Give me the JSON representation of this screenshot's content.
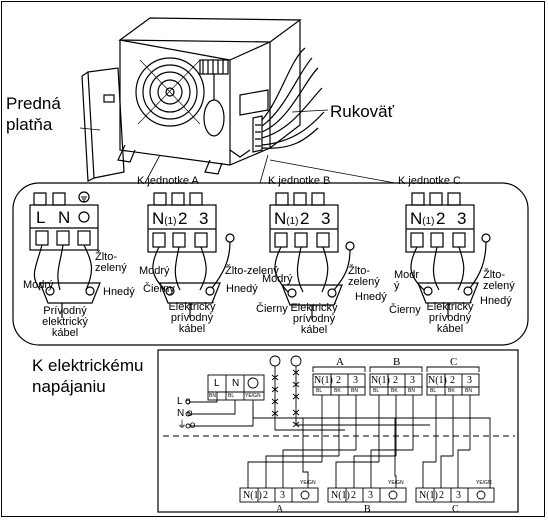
{
  "labels": {
    "front_panel_line1": "Predná",
    "front_panel_line2": "platňa",
    "handle": "Rukoväť",
    "unit_a": "K jednotke A",
    "unit_b": "K jednotke B",
    "unit_c": "K jednotke C",
    "blue": "Modrý",
    "blue_split_line1": "Modr",
    "blue_split_line2": "ý",
    "black": "Čierny",
    "brown": "Hnedý",
    "yellow_green": "Žlto-zelený",
    "yellow_green_line1": "Žlto-",
    "yellow_green_line2": "zelený",
    "cable_line1": "Prívodný",
    "cable_line2": "elektrický",
    "cable_line3": "kábel",
    "cable_b_line1": "Elektrický",
    "cable_b_line2": "prívodný",
    "cable_b_line3": "kábel",
    "power_supply_line1": "K elektrickému",
    "power_supply_line2": "napájaniu"
  },
  "terminals": {
    "power": [
      "L",
      "N"
    ],
    "n": "N",
    "one": "(1)",
    "two": "2",
    "three": "3"
  },
  "schematic": {
    "power_terms": [
      "L",
      "N"
    ],
    "supply": [
      "L o",
      "N o",
      "⏚ o"
    ],
    "units": [
      "A",
      "B",
      "C"
    ],
    "n1": "N(1)",
    "codes": {
      "bn": "BN",
      "bl": "BL",
      "bk": "BK",
      "yegn": "YE/GN"
    }
  }
}
